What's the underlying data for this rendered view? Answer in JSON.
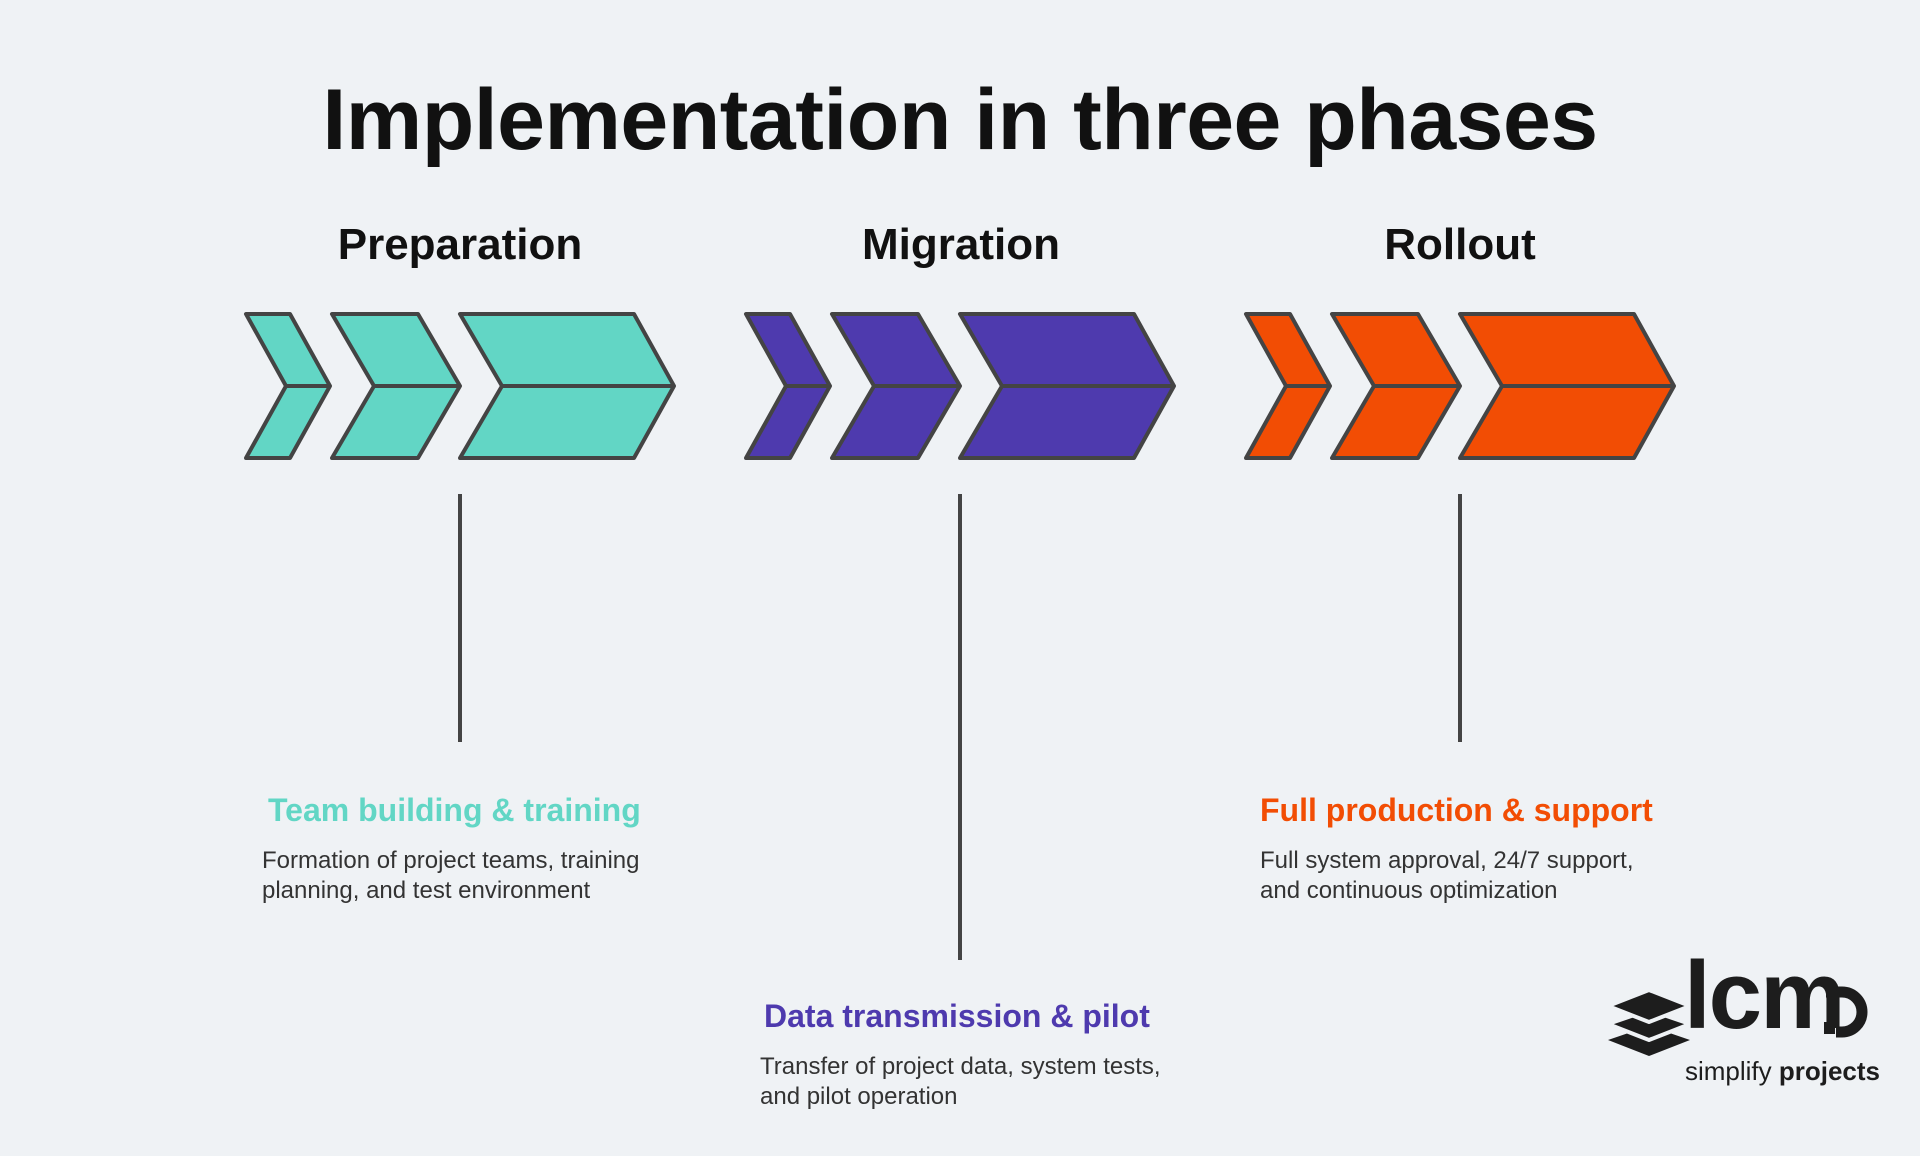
{
  "title": "Implementation in three phases",
  "phases": [
    {
      "name": "Preparation",
      "color": "#62d6c5",
      "subtitle": "Team building & training",
      "line1": "Formation of project teams, training",
      "line2": "planning, and test environment"
    },
    {
      "name": "Migration",
      "color": "#4e3aae",
      "subtitle": "Data transmission & pilot",
      "line1": "Transfer of project data, system tests,",
      "line2": "and pilot operation"
    },
    {
      "name": "Rollout",
      "color": "#f24d04",
      "subtitle": "Full production & support",
      "line1": "Full system approval, 24/7 support,",
      "line2": "and continuous optimization"
    }
  ],
  "logo": {
    "wordmark": "lcm",
    "tagline_regular": "simplify",
    "tagline_bold": "projects",
    "icon": "stacked-layers-icon"
  },
  "colors": {
    "outline": "#444444",
    "background": "#eff2f5"
  }
}
